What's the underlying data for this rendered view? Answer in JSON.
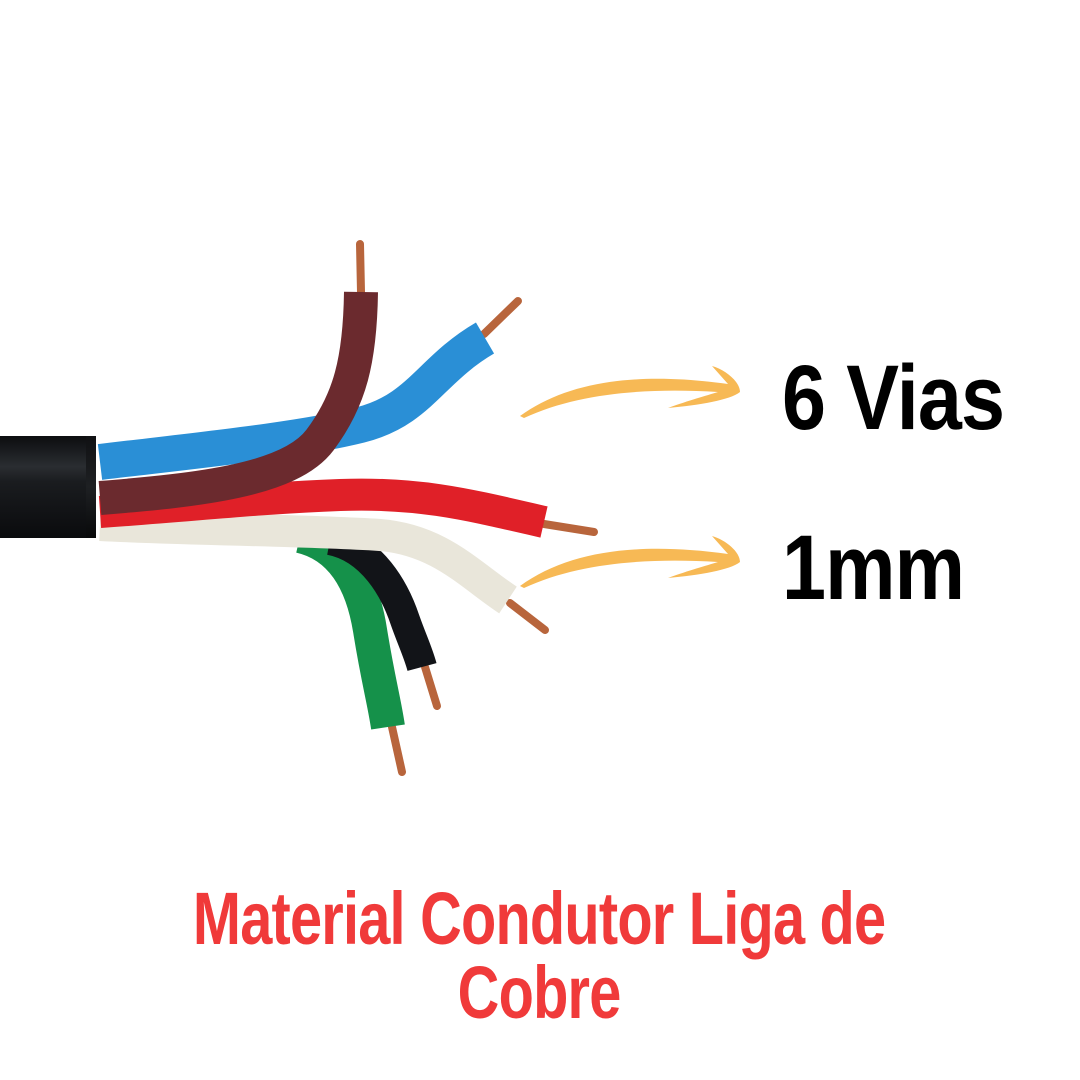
{
  "product": {
    "specs": {
      "ways": "6 Vias",
      "gauge": "1mm"
    },
    "caption": "Material Condutor Liga de Cobre"
  },
  "illustration": {
    "subject": "multicore-cable",
    "wire_count": 6,
    "wires": [
      {
        "name": "brown",
        "color": "#6b2a2e"
      },
      {
        "name": "blue",
        "color": "#2a8fd6"
      },
      {
        "name": "red",
        "color": "#e02028"
      },
      {
        "name": "white",
        "color": "#e9e6da"
      },
      {
        "name": "black",
        "color": "#121418"
      },
      {
        "name": "green",
        "color": "#15914a"
      }
    ],
    "sheath_color": "#15171a",
    "copper_color": "#b8653c"
  },
  "colors": {
    "background": "#ffffff",
    "spec_text": "#000000",
    "caption_text": "#f03a3a",
    "arrow": "#f7b955"
  }
}
